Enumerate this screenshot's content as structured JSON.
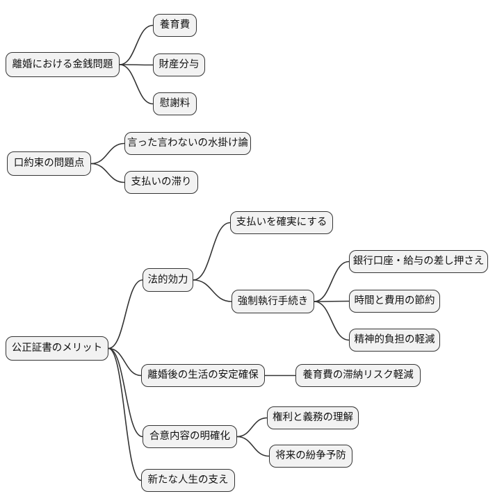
{
  "mindmap": {
    "background": "#ffffff",
    "node_fill": "#f2f2f2",
    "node_border": "#333333",
    "link_color": "#333333",
    "trees": [
      {
        "root": {
          "label": "離婚における金銭問題"
        },
        "children": [
          {
            "label": "養育費"
          },
          {
            "label": "財産分与"
          },
          {
            "label": "慰謝料"
          }
        ]
      },
      {
        "root": {
          "label": "口約束の問題点"
        },
        "children": [
          {
            "label": "言った言わないの水掛け論"
          },
          {
            "label": "支払いの滞り"
          }
        ]
      },
      {
        "root": {
          "label": "公正証書のメリット"
        },
        "children": [
          {
            "label": "法的効力",
            "children": [
              {
                "label": "支払いを確実にする"
              },
              {
                "label": "強制執行手続き",
                "children": [
                  {
                    "label": "銀行口座・給与の差し押さえ"
                  },
                  {
                    "label": "時間と費用の節約"
                  },
                  {
                    "label": "精神的負担の軽減"
                  }
                ]
              }
            ]
          },
          {
            "label": "離婚後の生活の安定確保",
            "children": [
              {
                "label": "養育費の滞納リスク軽減"
              }
            ]
          },
          {
            "label": "合意内容の明確化",
            "children": [
              {
                "label": "権利と義務の理解"
              },
              {
                "label": "将来の紛争予防"
              }
            ]
          },
          {
            "label": "新たな人生の支え"
          }
        ]
      }
    ]
  }
}
